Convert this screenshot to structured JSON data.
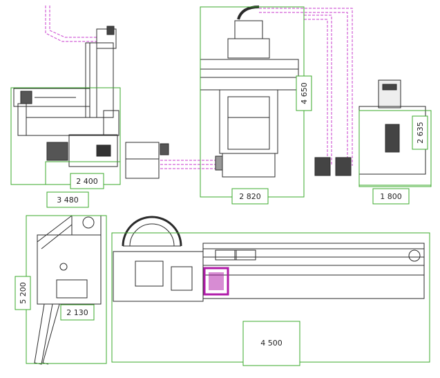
{
  "colors": {
    "dimension_frame": "#3aa82a",
    "machine_line": "#2a2a2a",
    "duct_pink": "#d25fd6",
    "highlight_magenta": "#b01aa8",
    "background": "#ffffff"
  },
  "dimensions": {
    "d_2400": "2 400",
    "d_3480": "3 480",
    "d_2820": "2 820",
    "d_4650": "4 650",
    "d_2635": "2 635",
    "d_1800": "1 800",
    "d_5200": "5 200",
    "d_2130": "2 130",
    "d_4500": "4 500"
  }
}
